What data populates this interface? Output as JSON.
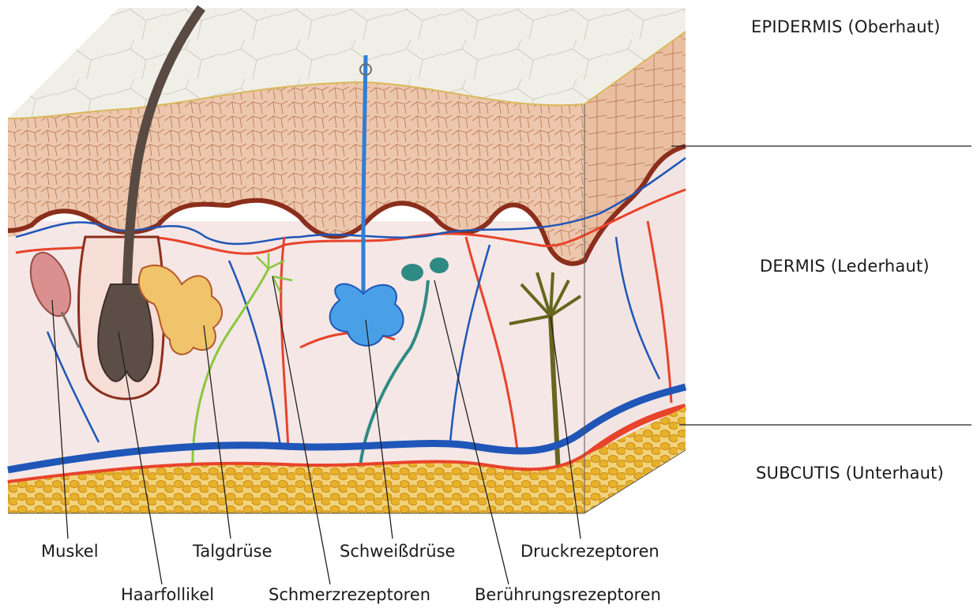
{
  "layers": [
    {
      "id": "epidermis",
      "label": "EPIDERMIS (Oberhaut)"
    },
    {
      "id": "dermis",
      "label": "DERMIS (Lederhaut)"
    },
    {
      "id": "subcutis",
      "label": "SUBCUTIS (Unterhaut)"
    }
  ],
  "structures": {
    "muskel": "Muskel",
    "haarfollikel": "Haarfollikel",
    "talgdruese": "Talgdrüse",
    "schmerzrezeptoren": "Schmerzrezeptoren",
    "schweissdruese": "Schweißdrüse",
    "beruehrungsrezeptoren": "Berührungsrezeptoren",
    "druckrezeptoren": "Druckrezeptoren"
  },
  "colors": {
    "epidermis_top": "#efeee6",
    "epidermis_band": "#e9c2a6",
    "dermis": "#f3e6e6",
    "dermis_line": "#8b2e1c",
    "artery": "#e8432b",
    "vein": "#1f56b8",
    "fat": "#e8b12a",
    "hair": "#5a4a44",
    "sweat_gland": "#3a8fe0",
    "touch_receptor": "#2f8a84",
    "pressure_receptor": "#66661e",
    "pain_receptor": "#8cc63f",
    "sebaceous": "#e8b24a"
  }
}
